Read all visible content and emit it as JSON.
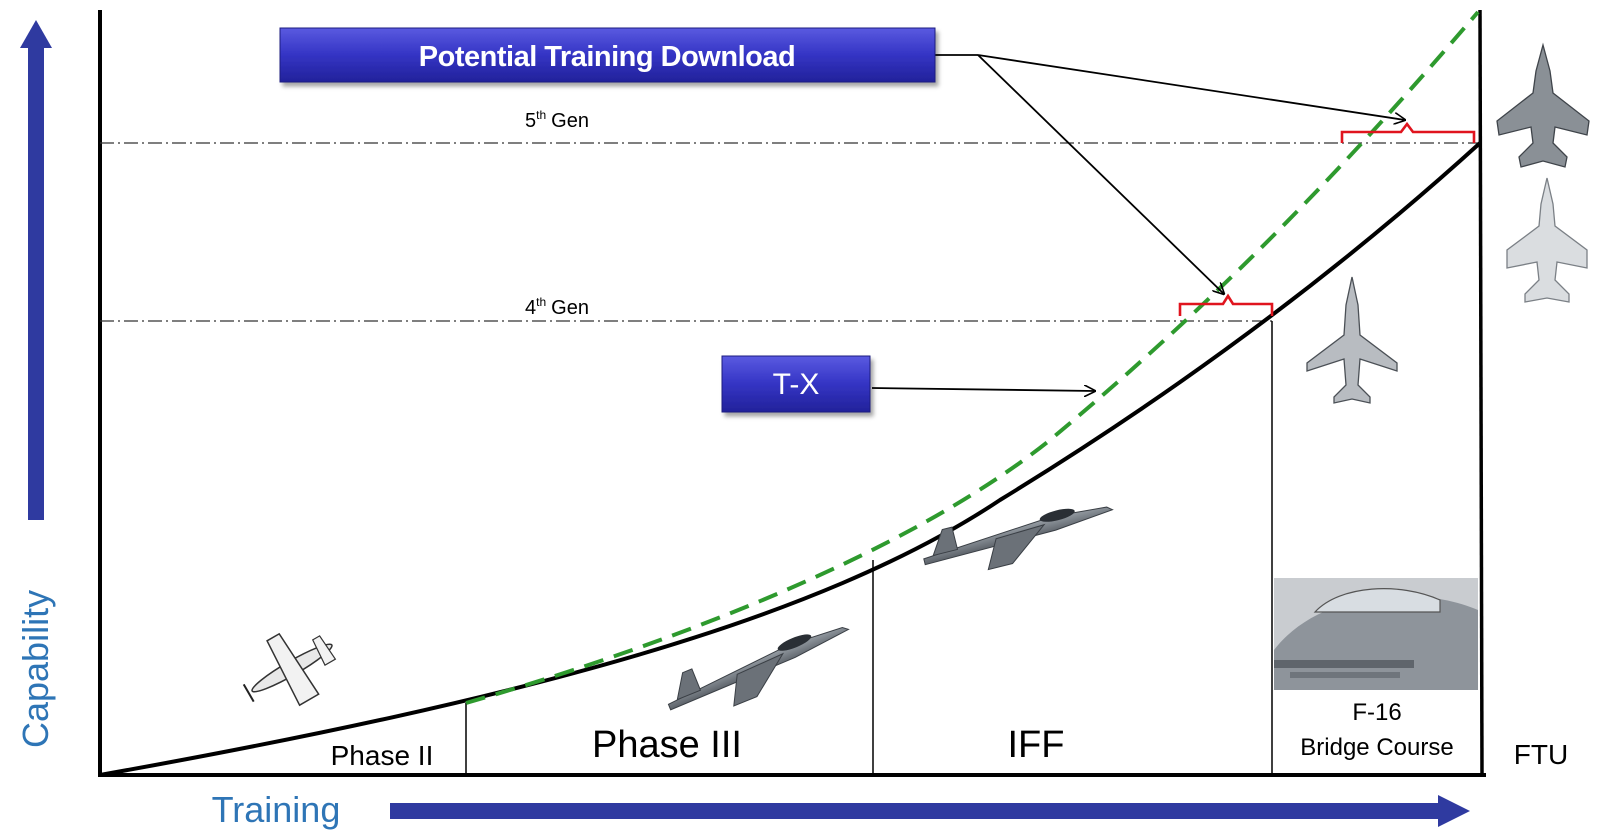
{
  "axes": {
    "y_label": "Capability",
    "x_label": "Training"
  },
  "callouts": {
    "download": "Potential Training Download",
    "tx": "T-X"
  },
  "levels": {
    "fifth_gen": "5",
    "fifth_gen_suffix": "th",
    "fifth_gen_word": "Gen",
    "fourth_gen": "4",
    "fourth_gen_suffix": "th",
    "fourth_gen_word": "Gen"
  },
  "phases": [
    {
      "label": "Phase II"
    },
    {
      "label": "Phase III"
    },
    {
      "label": "IFF"
    },
    {
      "label": "F-16",
      "label_line2": "Bridge Course"
    },
    {
      "label": "FTU"
    }
  ],
  "colors": {
    "axis_blue": "#2f3aa0",
    "label_blue": "#2e75b6",
    "box_blue": "#3535c8",
    "green_dash": "#2e9a2e",
    "bracket_red": "#e0141e",
    "curve": "#000000"
  },
  "icons": [
    "turboprop-trainer-icon",
    "t38-jet-trainer-icon",
    "aggressor-jet-icon",
    "f16-cockpit-icon",
    "f16-icon",
    "f35-icon",
    "f22-icon"
  ]
}
